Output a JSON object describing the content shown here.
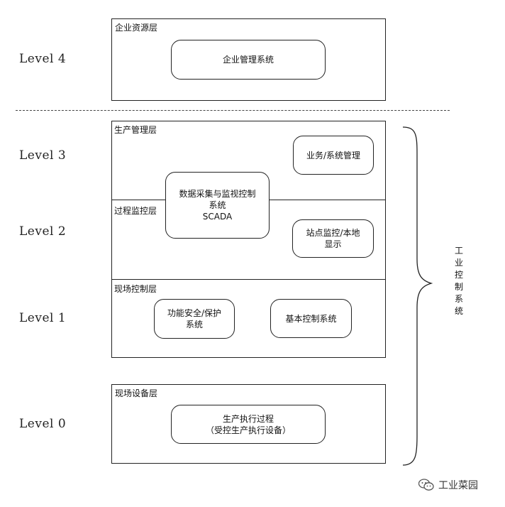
{
  "levels": {
    "l4": "Level 4",
    "l3": "Level 3",
    "l2": "Level 2",
    "l1": "Level 1",
    "l0": "Level 0"
  },
  "layers": {
    "enterprise": "企业资源层",
    "production_mgmt": "生产管理层",
    "process_monitor": "过程监控层",
    "field_control": "现场控制层",
    "field_device": "现场设备层"
  },
  "nodes": {
    "erp": [
      "企业管理系统"
    ],
    "business": [
      "业务/系统管理"
    ],
    "scada": [
      "数据采集与监视控制",
      "系统",
      "SCADA"
    ],
    "station": [
      "站点监控/本地",
      "显示"
    ],
    "safety": [
      "功能安全/保护",
      "系统"
    ],
    "basic_control": [
      "基本控制系统"
    ],
    "production_exec": [
      "生产执行过程",
      "（受控生产执行设备）"
    ]
  },
  "brace_label": [
    "工",
    "业",
    "控",
    "制",
    "系",
    "统"
  ],
  "logo_text": "工业菜园"
}
